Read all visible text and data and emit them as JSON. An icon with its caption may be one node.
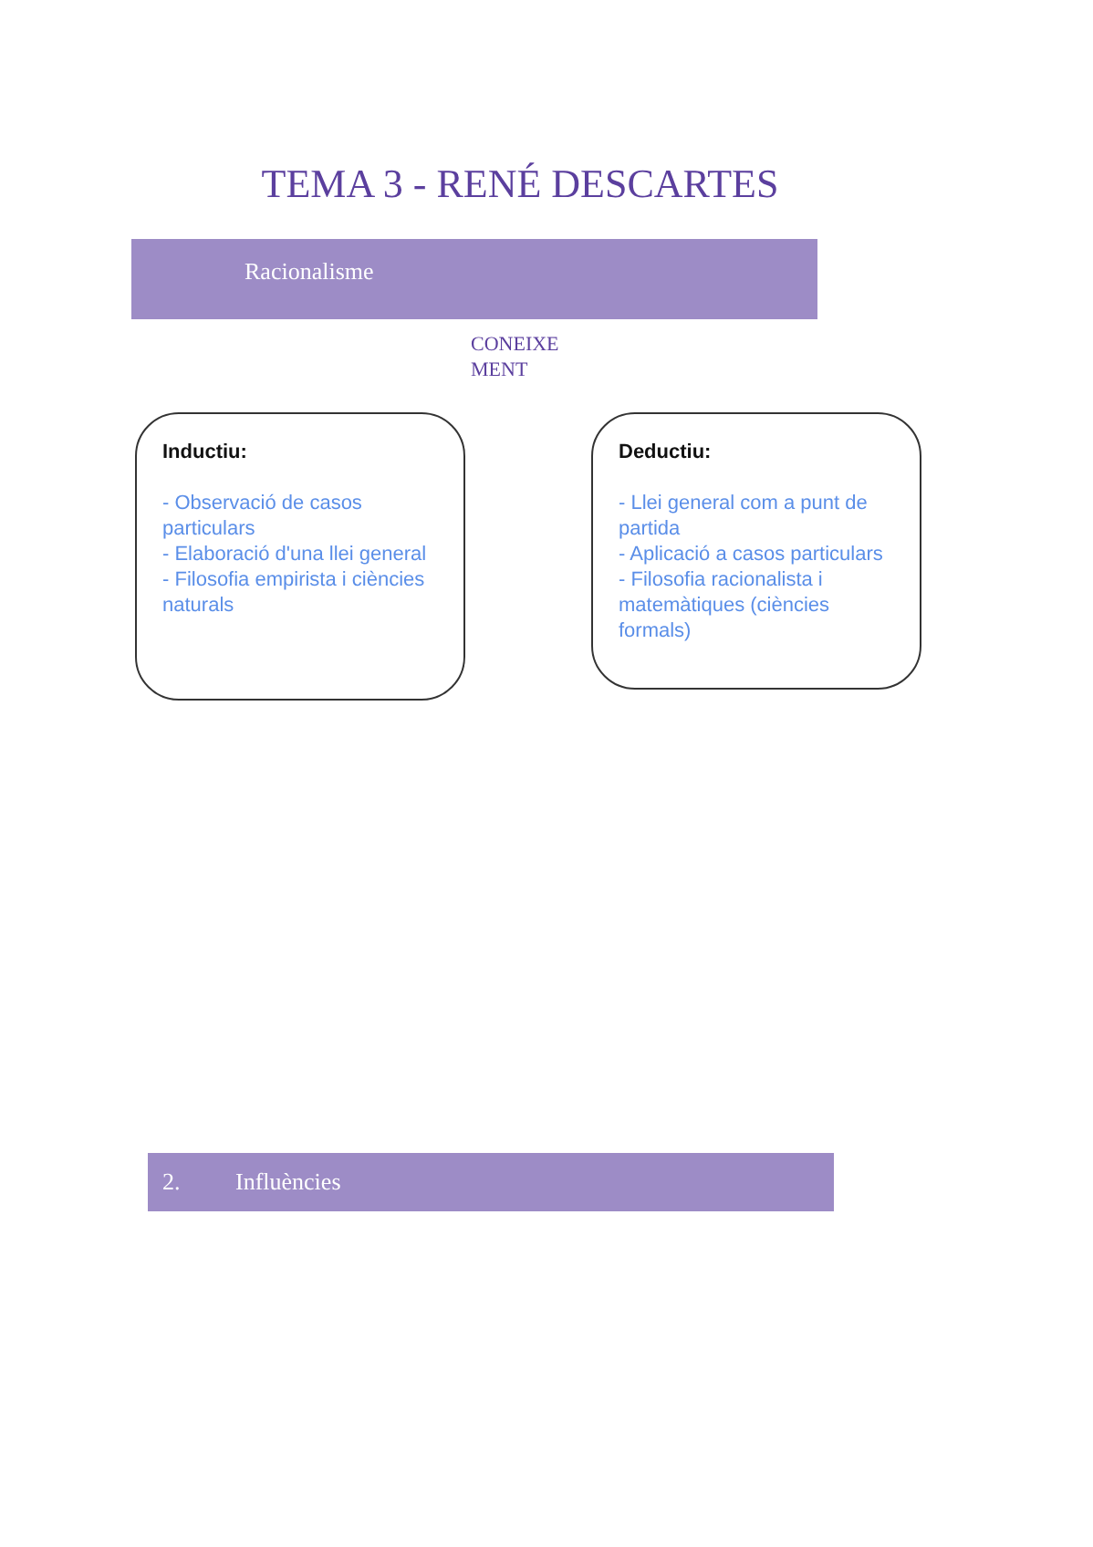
{
  "diagram": {
    "title": "TEMA 3 - RENÉ DESCARTES",
    "nodes": [
      {
        "text": [
          "Racionalisme"
        ]
      },
      {
        "text": [
          "Inductiu:",
          "- Observació de casos particulars",
          "- Elaboració d'una llei general",
          "- Filosofia empirista i ciències naturals"
        ]
      },
      {
        "text": [
          "Deductiu:",
          "- Llei general com a punt de partida",
          "- Aplicació a casos particulars",
          "- Filosofia racionalista i matemàtiques (ciències formals)"
        ]
      },
      {
        "text": [
          "2.",
          "Influències"
        ]
      }
    ],
    "labels": [
      "CONEIXE MENT"
    ]
  }
}
